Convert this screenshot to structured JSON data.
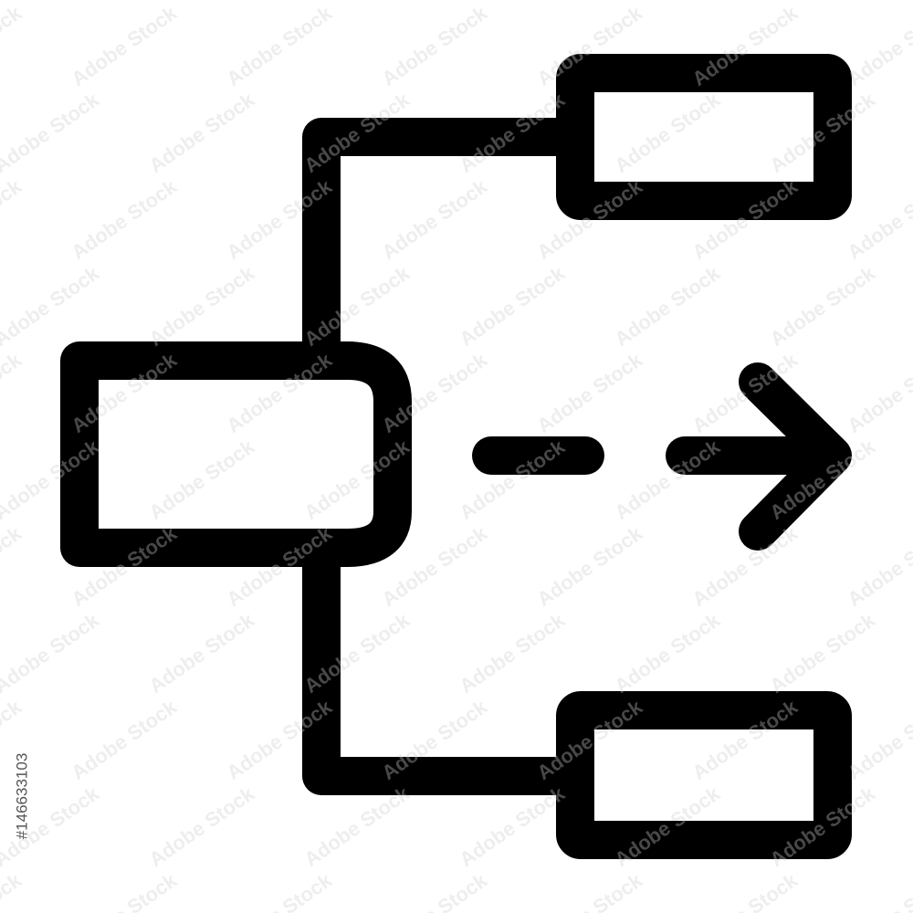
{
  "icon": {
    "name": "flowchart-branch-arrow-icon",
    "stroke_color": "#000000",
    "background_color": "#ffffff",
    "boxes": [
      "source-box",
      "target-box-top",
      "target-box-bottom"
    ],
    "arrow_style": "dashed"
  },
  "watermark": {
    "text": "Adobe Stock",
    "color": "#cfcfcf"
  },
  "stock_id": "#146633103"
}
